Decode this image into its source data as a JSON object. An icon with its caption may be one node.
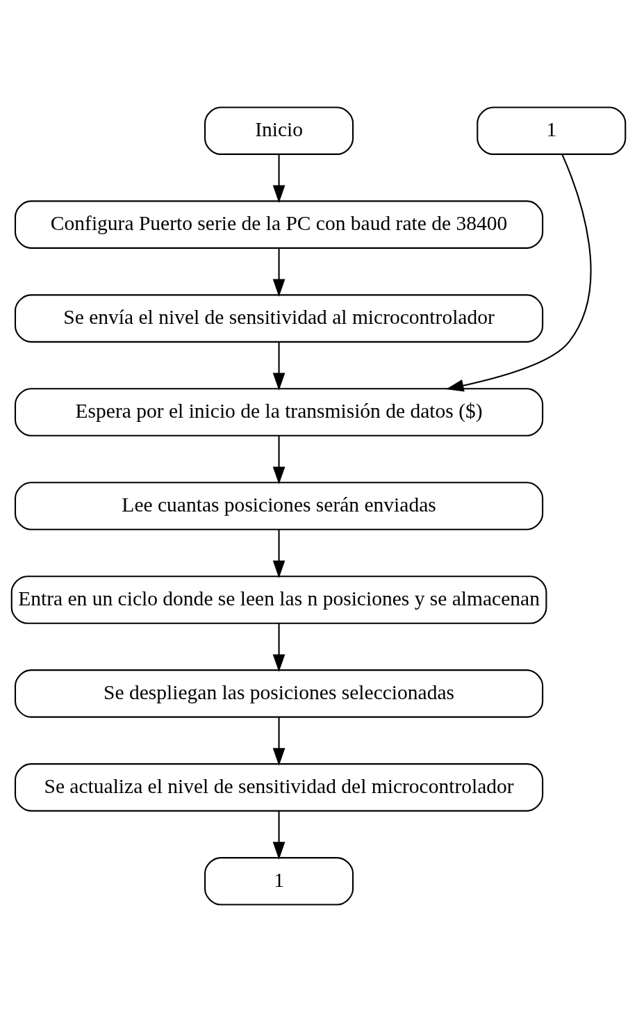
{
  "diagram": {
    "nodes": [
      {
        "text": [
          "Inicio"
        ]
      },
      {
        "text": [
          "Configura Puerto serie de la PC con baud rate de 38400"
        ]
      },
      {
        "text": [
          "Se envía el nivel de sensitividad al microcontrolador"
        ]
      },
      {
        "text": [
          "1"
        ]
      },
      {
        "text": [
          "Espera por el inicio de la transmisión de datos ($)"
        ]
      },
      {
        "text": [
          "Lee cuantas posiciones serán enviadas"
        ]
      },
      {
        "text": [
          "Entra en un ciclo donde se leen las n posiciones y se almacenan"
        ]
      },
      {
        "text": [
          "Se despliegan las posiciones seleccionadas"
        ]
      },
      {
        "text": [
          "Se actualiza el nivel de sensitividad del microcontrolador"
        ]
      },
      {
        "text": [
          "1"
        ]
      }
    ],
    "edges": [
      {
        "from": 0,
        "to": 1,
        "arrow": "to"
      },
      {
        "from": 1,
        "to": 2,
        "arrow": "to"
      },
      {
        "from": 2,
        "to": 4,
        "arrow": "to"
      },
      {
        "from": 3,
        "to": 4,
        "arrow": "to"
      },
      {
        "from": 4,
        "to": 5,
        "arrow": "to"
      },
      {
        "from": 5,
        "to": 6,
        "arrow": "to"
      },
      {
        "from": 6,
        "to": 7,
        "arrow": "to"
      },
      {
        "from": 7,
        "to": 8,
        "arrow": "to"
      },
      {
        "from": 8,
        "to": 9,
        "arrow": "to"
      }
    ]
  }
}
